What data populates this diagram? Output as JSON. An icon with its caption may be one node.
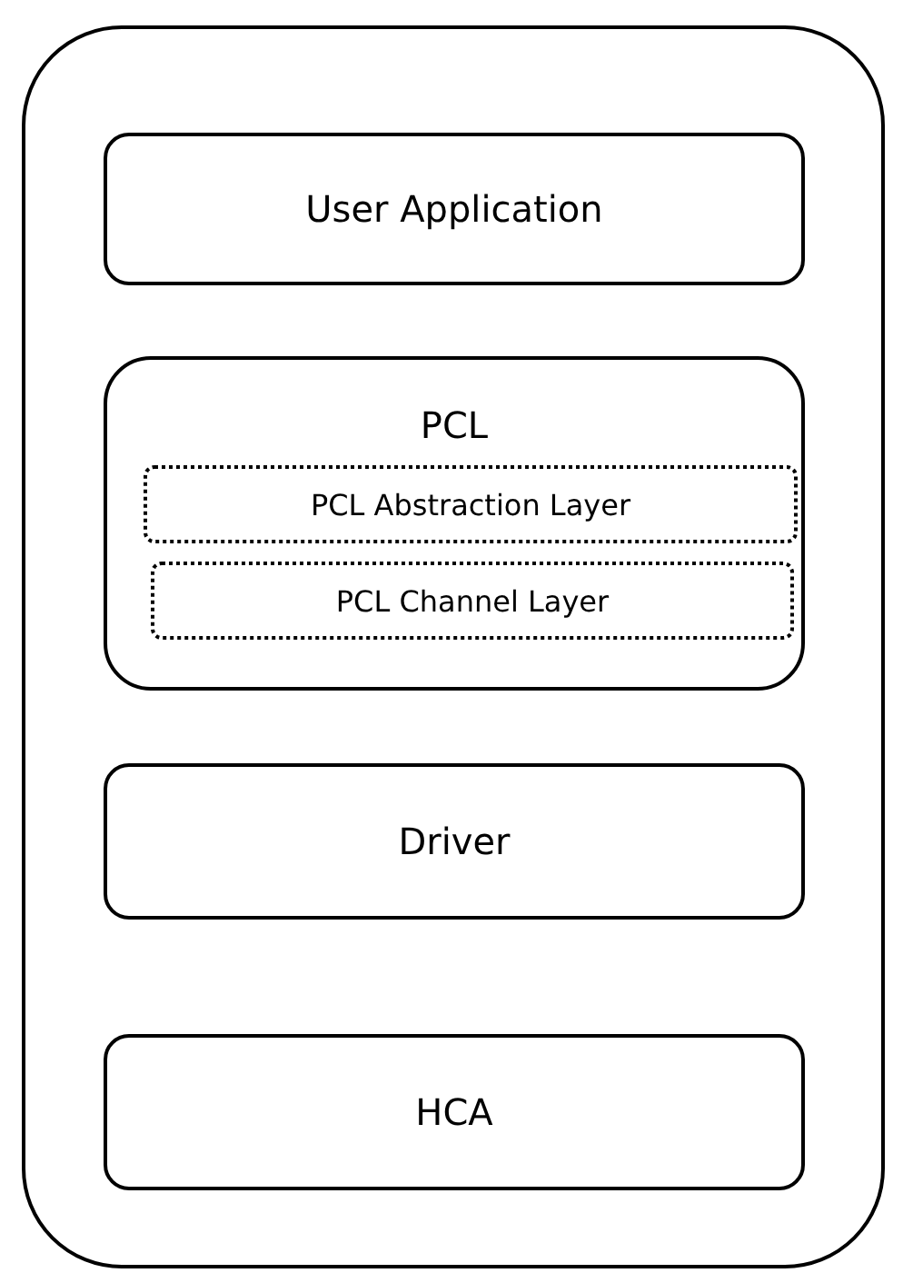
{
  "diagram": {
    "nodes": [
      {
        "text": [],
        "shape": "box"
      },
      {
        "text": [
          "User Application"
        ],
        "in": 0
      },
      {
        "text": [
          "PCL"
        ],
        "in": 0
      },
      {
        "text": [
          "PCL Abstraction Layer"
        ],
        "in": 2
      },
      {
        "text": [
          "PCL Channel Layer"
        ],
        "in": 2
      },
      {
        "text": [
          "Driver"
        ],
        "in": 0
      },
      {
        "text": [
          "HCA"
        ],
        "in": 0
      }
    ],
    "edges": []
  }
}
